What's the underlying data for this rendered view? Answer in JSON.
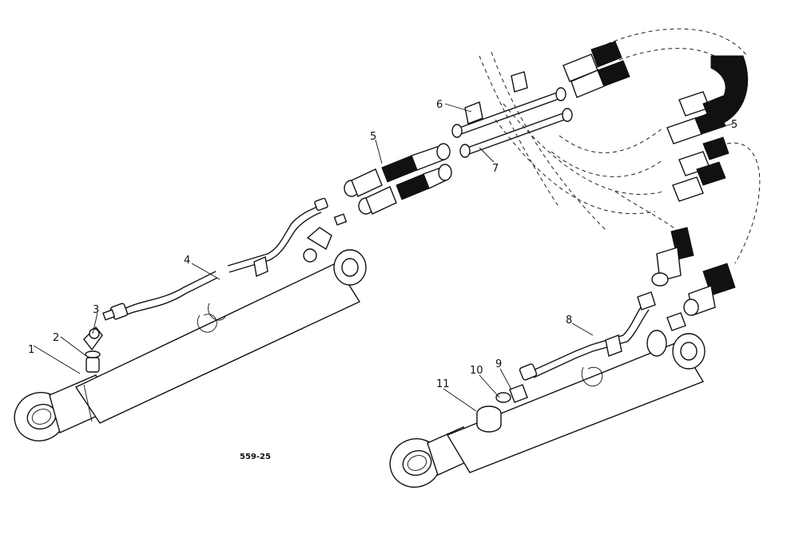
{
  "diagram": {
    "reference_code": "559-25",
    "callouts": {
      "c1": "1",
      "c2": "2",
      "c3": "3",
      "c4": "4",
      "c5a": "5",
      "c5b": "5",
      "c6": "6",
      "c7": "7",
      "c8": "8",
      "c9": "9",
      "c10": "10",
      "c11": "11"
    }
  }
}
